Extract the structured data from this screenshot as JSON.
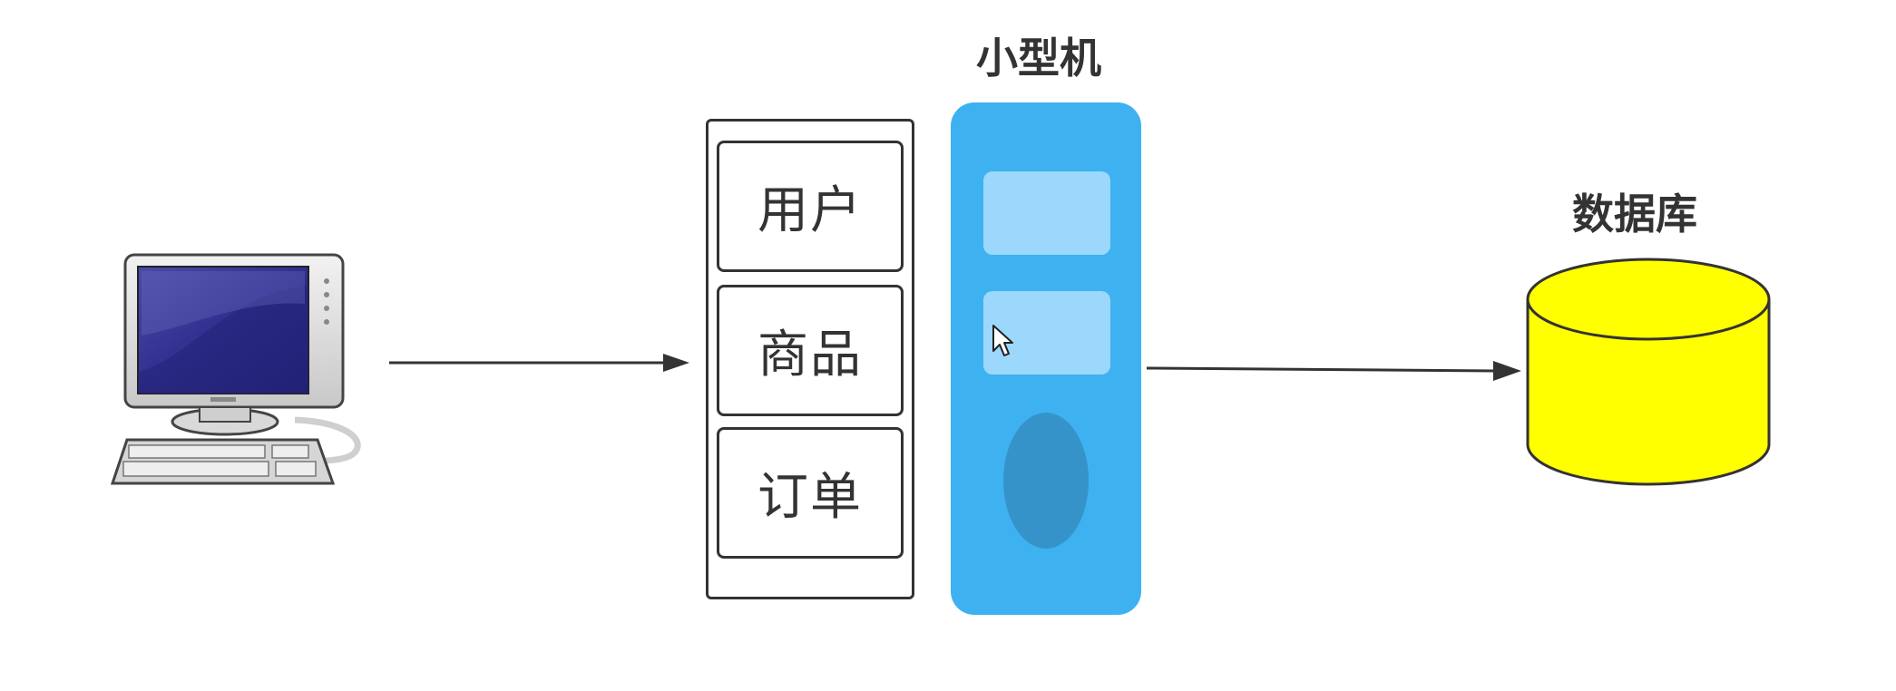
{
  "diagram": {
    "server_title": "小型机",
    "database_title": "数据库",
    "modules": [
      "用户",
      "商品",
      "订单"
    ]
  },
  "icons": {
    "client": "desktop-computer-icon",
    "server": "minicomputer-icon",
    "database": "database-cylinder-icon",
    "cursor": "mouse-pointer-icon"
  },
  "colors": {
    "server_body": "#3eb1f0",
    "server_slot": "#9bd8fb",
    "server_disc": "#3693c9",
    "database_fill": "#ffff00",
    "stroke": "#333333"
  }
}
